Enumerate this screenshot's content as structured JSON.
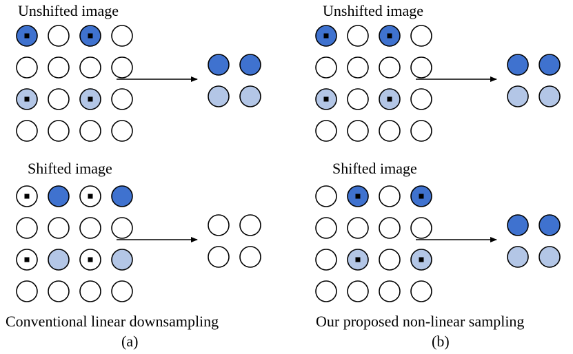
{
  "colors": {
    "dark_blue": "#3f72cf",
    "light_blue": "#b3c6e6",
    "empty": "#ffffff",
    "stroke": "#000000"
  },
  "panels": [
    {
      "id": "a",
      "caption": "Conventional linear downsampling",
      "sublabel": "(a)",
      "rows": [
        {
          "title": "Unshifted image",
          "grid": [
            [
              "dark",
              "empty",
              "dark",
              "empty"
            ],
            [
              "empty",
              "empty",
              "empty",
              "empty"
            ],
            [
              "light",
              "empty",
              "light",
              "empty"
            ],
            [
              "empty",
              "empty",
              "empty",
              "empty"
            ]
          ],
          "markers": [
            [
              0,
              0
            ],
            [
              0,
              2
            ],
            [
              2,
              0
            ],
            [
              2,
              2
            ]
          ],
          "output": [
            [
              "dark",
              "dark"
            ],
            [
              "light",
              "light"
            ]
          ]
        },
        {
          "title": "Shifted image",
          "grid": [
            [
              "empty",
              "dark",
              "empty",
              "dark"
            ],
            [
              "empty",
              "empty",
              "empty",
              "empty"
            ],
            [
              "empty",
              "light",
              "empty",
              "light"
            ],
            [
              "empty",
              "empty",
              "empty",
              "empty"
            ]
          ],
          "markers": [
            [
              0,
              0
            ],
            [
              0,
              2
            ],
            [
              2,
              0
            ],
            [
              2,
              2
            ]
          ],
          "output": [
            [
              "empty",
              "empty"
            ],
            [
              "empty",
              "empty"
            ]
          ]
        }
      ]
    },
    {
      "id": "b",
      "caption": "Our proposed non-linear sampling",
      "sublabel": "(b)",
      "rows": [
        {
          "title": "Unshifted image",
          "grid": [
            [
              "dark",
              "empty",
              "dark",
              "empty"
            ],
            [
              "empty",
              "empty",
              "empty",
              "empty"
            ],
            [
              "light",
              "empty",
              "light",
              "empty"
            ],
            [
              "empty",
              "empty",
              "empty",
              "empty"
            ]
          ],
          "markers": [
            [
              0,
              0
            ],
            [
              0,
              2
            ],
            [
              2,
              0
            ],
            [
              2,
              2
            ]
          ],
          "output": [
            [
              "dark",
              "dark"
            ],
            [
              "light",
              "light"
            ]
          ]
        },
        {
          "title": "Shifted image",
          "grid": [
            [
              "empty",
              "dark",
              "empty",
              "dark"
            ],
            [
              "empty",
              "empty",
              "empty",
              "empty"
            ],
            [
              "empty",
              "light",
              "empty",
              "light"
            ],
            [
              "empty",
              "empty",
              "empty",
              "empty"
            ]
          ],
          "markers": [
            [
              0,
              1
            ],
            [
              0,
              3
            ],
            [
              2,
              1
            ],
            [
              2,
              3
            ]
          ],
          "output": [
            [
              "dark",
              "dark"
            ],
            [
              "light",
              "light"
            ]
          ]
        }
      ]
    }
  ]
}
